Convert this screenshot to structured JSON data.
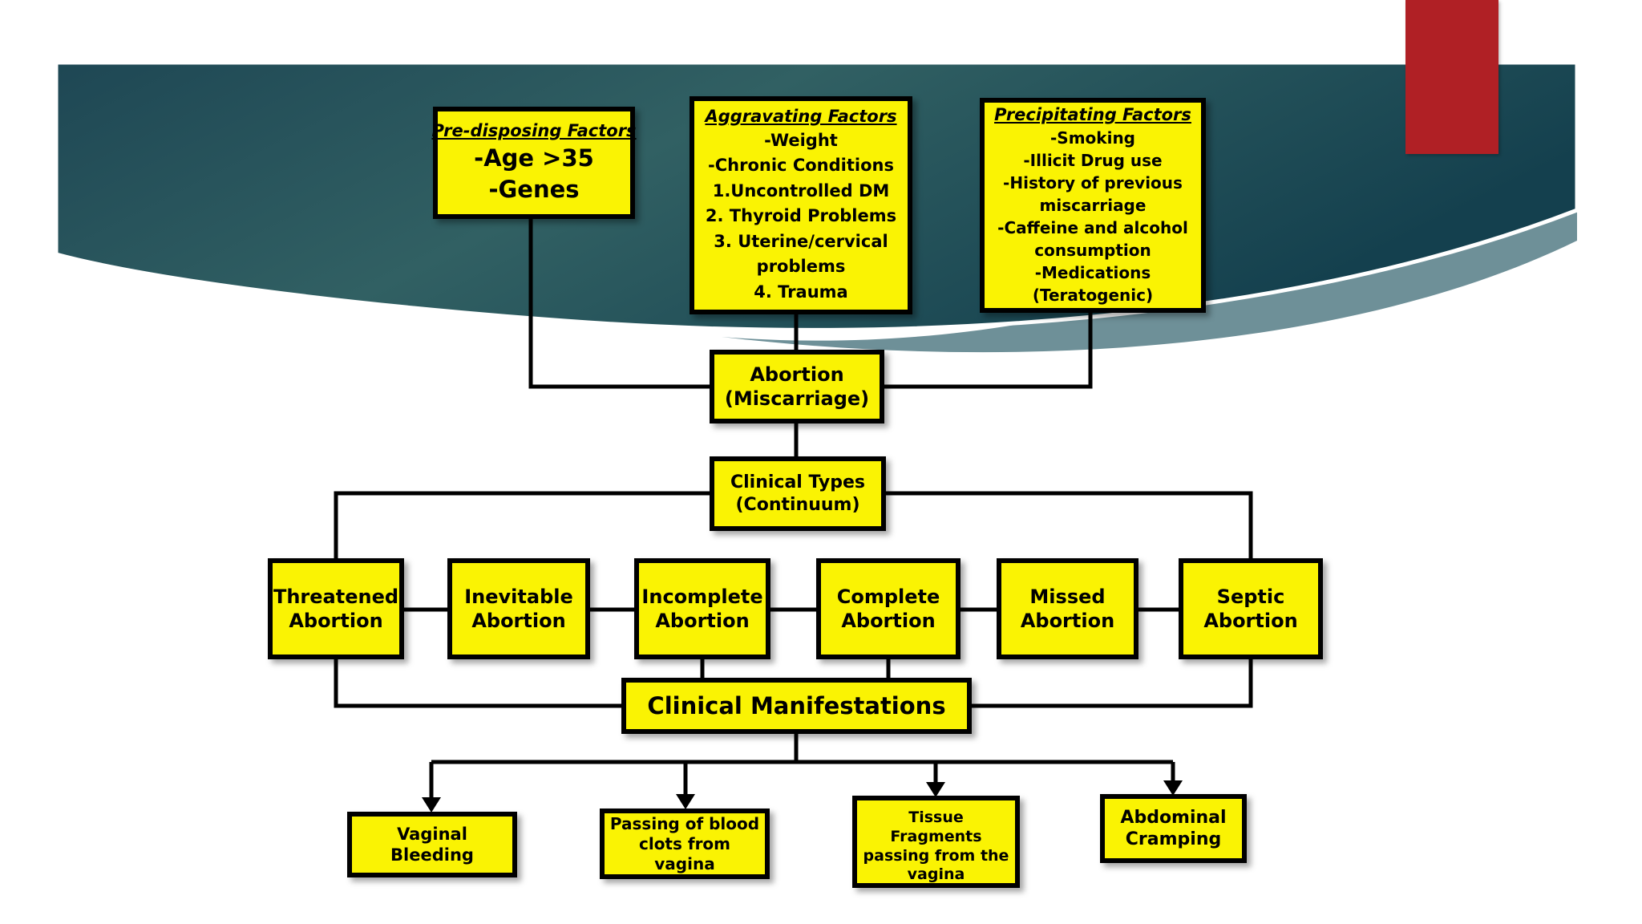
{
  "slide": {
    "colors": {
      "box_fill": "#FAF303",
      "box_border": "#000000",
      "banner_dark_left": "#1E4754",
      "banner_dark_mid": "#316063",
      "banner_dark_right": "#14404E",
      "banner_light_wave": "#6E9098",
      "accent_red": "#B02025",
      "background": "#FFFFFF"
    }
  },
  "factors": [
    {
      "title": "Pre-disposing Factors",
      "items": [
        "-Age >35",
        "-Genes"
      ]
    },
    {
      "title": "Aggravating Factors",
      "items": [
        "-Weight",
        "-Chronic Conditions",
        "1.Uncontrolled DM",
        "2. Thyroid Problems",
        "3. Uterine/cervical problems",
        "4. Trauma"
      ]
    },
    {
      "title": "Precipitating Factors",
      "items": [
        "-Smoking",
        "-Illicit Drug use",
        "-History of previous miscarriage",
        "-Caffeine and alcohol consumption",
        "-Medications (Teratogenic)"
      ]
    }
  ],
  "nodes": {
    "abortion": "Abortion (Miscarriage)",
    "clinical_types": "Clinical Types (Continuum)",
    "manifestations": "Clinical Manifestations"
  },
  "types": [
    "Threatened Abortion",
    "Inevitable Abortion",
    "Incomplete Abortion",
    "Complete Abortion",
    "Missed Abortion",
    "Septic Abortion"
  ],
  "manifestation_items": [
    "Vaginal Bleeding",
    "Passing of blood clots from vagina",
    "Tissue Fragments passing from the vagina",
    "Abdominal Cramping"
  ]
}
